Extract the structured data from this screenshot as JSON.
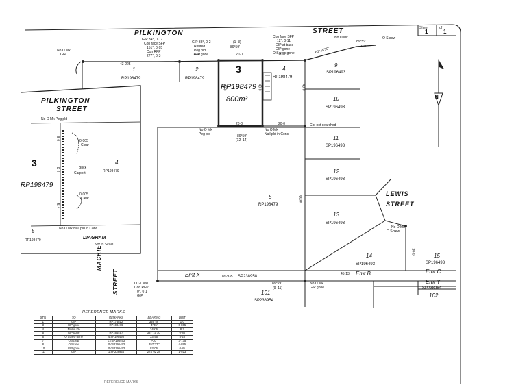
{
  "sheet": {
    "label_sheet": "Sheet",
    "label_of": "of",
    "number": "1",
    "total": "1"
  },
  "streets": {
    "pilkington_1": "PILKINGTON",
    "pilkington_2": "STREET",
    "mackie_1": "MACKIE",
    "mackie_2": "STREET",
    "lewis_1": "LEWIS",
    "lewis_2": "STREET"
  },
  "north": {
    "label": "N"
  },
  "main_lot": {
    "number": "3",
    "plan": "RP198479",
    "area": "800m²"
  },
  "lots": [
    {
      "number": "1",
      "plan": "RP198479"
    },
    {
      "number": "2",
      "plan": "RP198479"
    },
    {
      "number": "4",
      "plan": "RP198479"
    },
    {
      "number": "5",
      "plan": "RP198479"
    },
    {
      "number": "9",
      "plan": "SP196493"
    },
    {
      "number": "10",
      "plan": "SP196493"
    },
    {
      "number": "11",
      "plan": "SP196493"
    },
    {
      "number": "12",
      "plan": "SP196493"
    },
    {
      "number": "13",
      "plan": "SP196493"
    },
    {
      "number": "14",
      "plan": "SP196493"
    },
    {
      "number": "15",
      "plan": "SP196493"
    },
    {
      "number": "101",
      "plan": "SP238954"
    },
    {
      "number": "102",
      "plan": "SP238954"
    }
  ],
  "easements": {
    "x": "Emt X",
    "b": "Emt B",
    "c": "Emt C",
    "y": "Emt Y",
    "sp_x": "SP238958",
    "sp_c": "SP238954"
  },
  "dims": {
    "d1": "43·225",
    "d2": "20·0",
    "d3": "20·0",
    "d4": "20·0",
    "d5": "20·0",
    "d6": "20·0",
    "d7": "40·0",
    "d8": "40·0",
    "d9": "40·0",
    "d10": "89·935",
    "d11": "45·13",
    "d12": "20·0",
    "d13": "33·85",
    "bearing_top": "89°59'",
    "bearing_mid": "89°59'",
    "bearing_low": "89°59'",
    "bearing_diag": "62°45'50\"",
    "bearing_right": "89°59'",
    "bearing_right2": "0·0",
    "range_1": "(1–3)",
    "range_2": "(12–14)",
    "range_3": "(9–11)",
    "not_searched": "Cor not searched"
  },
  "notes": {
    "no_o_mk": "No O Mk",
    "o_screw": "O Screw",
    "peg_pld": "Peg pld",
    "nail_conc": "Nail pld in Conc",
    "gip_gone": "GIP gone",
    "gip": "GIP",
    "gip_note_1": "GIP 34°, 0·17",
    "gip_note_2": "Con face SFP",
    "gip_note_3": "151°, 0·05",
    "gip_note_4": "Con RFP",
    "gip_note_5": "277°, 0·3",
    "gip38_1": "GIP 38°, 0·2",
    "gip38_2": "Retired",
    "gip38_3": "Peg pld",
    "gip38_4": "GIP gone",
    "con_face_1": "Con face SFP",
    "con_face_2": "12°, 0·11",
    "con_face_3": "GIP at base",
    "con_face_4": "GIP gone",
    "con_face_5": "O Screw gone",
    "old_nail_1": "O Gl Nail",
    "old_nail_2": "Con RFP",
    "old_nail_3": "0°, 0·1",
    "old_nail_4": "GIP"
  },
  "inset": {
    "title_1": "PILKINGTON",
    "title_2": "STREET",
    "lot_main": "3",
    "plan_main": "RP198479",
    "lot_4": "4",
    "plan_4": "RP198479",
    "lot_5": "5",
    "plan_5": "RP198479",
    "brick": "Brick",
    "carport": "Carport",
    "offset_1": "0·005",
    "offset_1b": "Clear",
    "offset_2": "0·005",
    "offset_2b": "Clear",
    "dim_a": "8·0",
    "dim_b": "9·4",
    "dim_c": "5·4",
    "diagram": "DIAGRAM",
    "not_scale": "Not to Scale",
    "peg": "No O Mk Peg pld",
    "nail": "No O Mk Nail pld in Conc"
  },
  "ref_marks": {
    "title": "REFERENCE MARKS",
    "headers": [
      "STN",
      "TO",
      "REMARKS",
      "BEARING",
      "DIST"
    ],
    "rows": [
      [
        "1",
        "GIP",
        "RP176812",
        "359°59'",
        "1·0"
      ],
      [
        "3",
        "GIP gone",
        "RP198476",
        "4°35'",
        "0·865"
      ],
      [
        "4",
        "Nail in Kb",
        "",
        "349°6'",
        "8·7"
      ],
      [
        "5",
        "GIP gone",
        "RP164457",
        "337°10'10\"",
        "0·85"
      ],
      [
        "6",
        "O Screw gone",
        "4/SP196493",
        "33°55'",
        "8·23"
      ],
      [
        "7",
        "O Screw",
        "17/SP196493",
        "P30°",
        "3·735"
      ],
      [
        "8",
        "O Screw",
        "25/SP196493",
        "357°2'5\"",
        "4·895"
      ],
      [
        "10",
        "GIP gone",
        "25/SP196493",
        "93°06'",
        "0·85"
      ],
      [
        "11",
        "GIP",
        "1/SP238954",
        "274°02'28\"",
        "1·923"
      ]
    ]
  },
  "footer": {
    "text": "REFERENCE MARKS"
  }
}
